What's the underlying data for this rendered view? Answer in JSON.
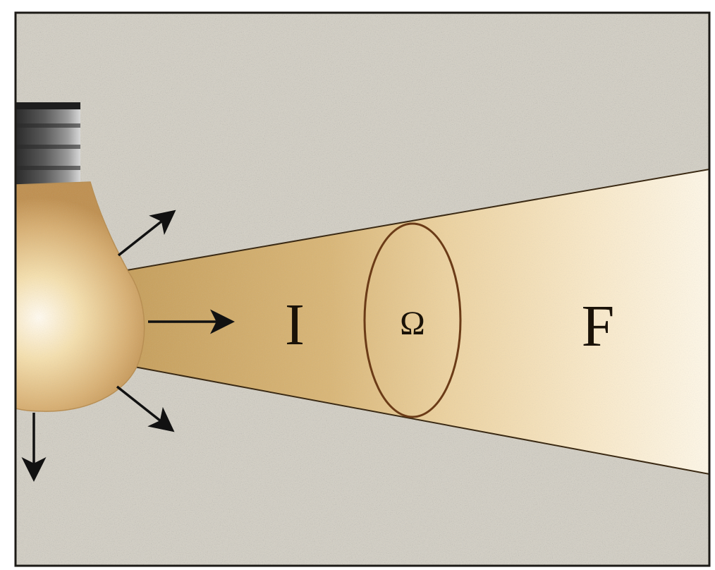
{
  "labels": {
    "intensity": "I",
    "solid_angle": "Ω",
    "flux": "F"
  },
  "colors": {
    "background": "#cfcbc0",
    "border": "#1c1a16",
    "beam_near": "#c9a769",
    "beam_far": "#fbf2dc",
    "bulb_core": "#fff6dc",
    "bulb_edge": "#c79a57",
    "ellipse_stroke": "#6b3b17",
    "arrow": "#111111",
    "socket": "#3a3a3a"
  },
  "icons": {
    "light_source": "light-bulb-icon",
    "rays": "arrow-icon"
  }
}
